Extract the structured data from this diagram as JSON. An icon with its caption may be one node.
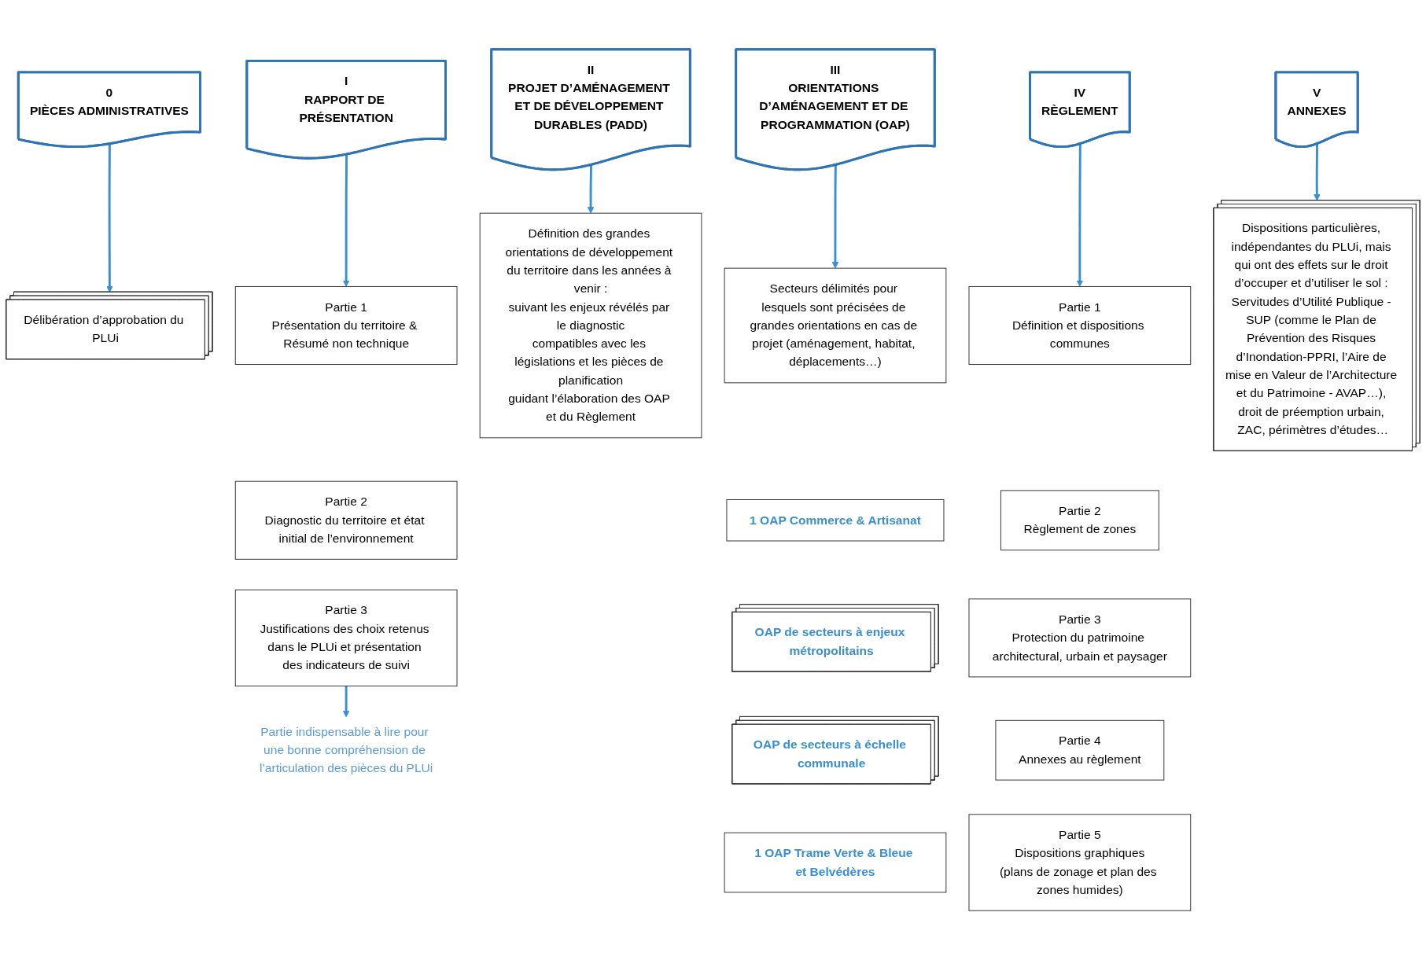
{
  "diagram": {
    "nodes": [
      {
        "text": [
          "0",
          "PIÈCES ADMINISTRATIVES"
        ]
      },
      {
        "text": [
          "I",
          "RAPPORT DE PRÉSENTATION"
        ]
      },
      {
        "text": [
          "II",
          "PROJET D’AMÉNAGEMENT ET DE DÉVELOPPEMENT DURABLES (PADD)"
        ]
      },
      {
        "text": [
          "III",
          "ORIENTATIONS D’AMÉNAGEMENT ET DE PROGRAMMATION (OAP)"
        ]
      },
      {
        "text": [
          "IV",
          "RÈGLEMENT"
        ]
      },
      {
        "text": [
          "V",
          "ANNEXES"
        ]
      },
      {
        "text": [
          "Délibération d’approbation du PLUi"
        ]
      },
      {
        "text": [
          "Partie 1",
          "Présentation du territoire & Résumé non technique"
        ]
      },
      {
        "text": [
          "Partie 2",
          "Diagnostic du territoire et état initial de l’environnement"
        ]
      },
      {
        "text": [
          "Partie 3",
          "Justifications des choix retenus dans le PLUi et présentation des indicateurs de suivi"
        ]
      },
      {
        "text": [
          "Partie indispensable à lire pour une bonne compréhension de l’articulation des pièces du PLUi"
        ]
      },
      {
        "text": [
          "Définition des grandes orientations de développement du territoire dans les années à venir :",
          "suivant les enjeux révélés par le diagnostic",
          "compatibles avec les législations et les pièces de planification",
          "guidant l’élaboration des OAP et du Règlement"
        ]
      },
      {
        "text": [
          "Secteurs délimités pour lesquels sont précisées de grandes orientations en cas de projet (aménagement, habitat, déplacements…)"
        ]
      },
      {
        "text": [
          "1 OAP Commerce & Artisanat"
        ]
      },
      {
        "text": [
          "OAP de secteurs à enjeux métropolitains"
        ]
      },
      {
        "text": [
          "OAP de secteurs à échelle communale"
        ]
      },
      {
        "text": [
          "1 OAP Trame Verte & Bleue et Belvédères"
        ]
      },
      {
        "text": [
          "Partie 1",
          "Définition et dispositions communes"
        ]
      },
      {
        "text": [
          "Partie 2",
          "Règlement de zones"
        ]
      },
      {
        "text": [
          "Partie 3",
          "Protection du patrimoine architectural, urbain et paysager"
        ]
      },
      {
        "text": [
          "Partie 4",
          "Annexes au règlement"
        ]
      },
      {
        "text": [
          "Partie 5",
          "Dispositions graphiques",
          "(plans de zonage et plan des zones humides)"
        ]
      },
      {
        "text": [
          "Dispositions particulières, indépendantes du PLUi, mais qui ont des effets sur le droit d’occuper et d’utiliser le sol : Servitudes d’Utilité Publique - SUP (comme le Plan de Prévention des Risques d’Inondation-PPRI, l’Aire de mise en Valeur de l’Architecture et du Patrimoine - AVAP…), droit de préemption urbain, ZAC, périmètres d’études…"
        ]
      }
    ],
    "edges": [
      {
        "from": 0,
        "to": 6,
        "arrow": "to"
      },
      {
        "from": 1,
        "to": 7,
        "arrow": "to"
      },
      {
        "from": 2,
        "to": 11,
        "arrow": "to"
      },
      {
        "from": 3,
        "to": 12,
        "arrow": "to"
      },
      {
        "from": 4,
        "to": 17,
        "arrow": "to"
      },
      {
        "from": 5,
        "to": 22,
        "arrow": "to"
      },
      {
        "from": 9,
        "to": 10,
        "arrow": "to"
      }
    ]
  }
}
